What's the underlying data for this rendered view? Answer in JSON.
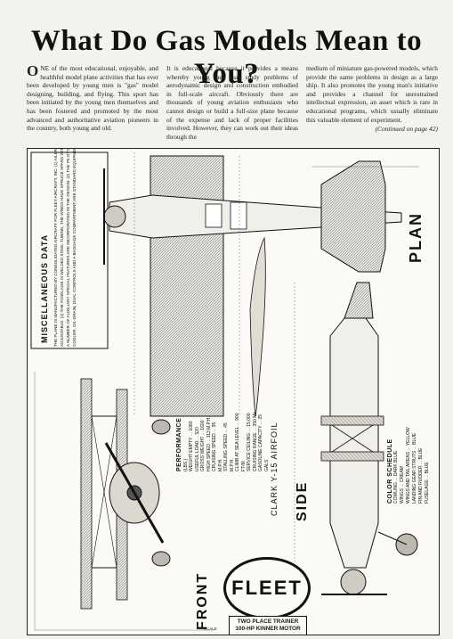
{
  "page": {
    "headline": "What Do Gas Models Mean to You?"
  },
  "columns": [
    {
      "drop_cap": "O",
      "text": "NE of the most educational, enjoyable, and healthful model plane activities that has ever been developed by young men is \"gas\" model designing, building, and flying. This sport has been initiated by the young men themselves and has been fostered and promoted by the most advanced and authoritative aviation pioneers in the country, both young and old."
    },
    {
      "drop_cap": "",
      "text": "It is educational because it provides a means whereby young men may study problems of aerodynamic design and construction embodied in full-scale aircraft. Obviously there are thousands of young aviation enthusiasts who cannot design or build a full-size plane because of the expense and lack of proper facilities involved. However, they can work out their ideas through the"
    },
    {
      "drop_cap": "",
      "text": "medium of miniature gas-powered models, which provide the same problems in design as a large ship. It also promotes the young man's initiative and provides a channel for unrestrained intellectual expression, an asset which is rare in educational programs, which usually eliminate this valuable element of experiment.",
      "continued": "(Continued on page 42)"
    }
  ],
  "plan": {
    "misc_title": "MISCELLANEOUS DATA",
    "misc_body": "THE PLANE IS MANUFACTURED BY CONSOLIDATED AIRCRAFT FOR FLEET AIRCRAFT, INC. (1) AILERONS AND STABILIZER ARE ADJUSTABLE. (2) THE FUSELAGE IS WELDED STEEL TUBING, THE WINGS HAVE SPRUCE SPARS WITH STAMPED DURALUMIN RIBS. (3) A NUMBER OF AUXILIARY SPECIAL FEATURES ARE INCORPORATED IN THE DESIGN. (4) THE PILOT'S SEAT IS ADJUSTABLE. (5) OIL COOLER, OIL-DRAIN, DUAL CONTROLS AND A BAGGAGE COMPARTMENT ARE STANDARD EQUIPMENT.",
    "label_plan": "PLAN",
    "label_side": "SIDE",
    "label_front": "FRONT",
    "airfoil": "CLARK Y-15 AIRFOIL",
    "logo": "FLEET",
    "trainer_line1": "TWO PLACE TRAINER",
    "trainer_line2": "100-HP KINNER MOTOR",
    "scale": "SCALE",
    "continued_note": "(Continued on page 42)"
  },
  "performance": {
    "title": "PERFORMANCE",
    "rows": [
      "(LBS.)",
      "WEIGHT EMPTY ... 1080",
      "USEFUL LOAD ... 520",
      "GROSS WEIGHT ... 1600",
      "HIGH SPEED ... 113 M.P.H.",
      "CRUISING SPEED ... 95 M.P.H.",
      "STALLING SPEED ... 45 M.P.H.",
      "CLIMB AT SEA LEVEL ... 900 FT/M",
      "SERVICE CEILING ... 15,000",
      "CRUISING RANGE ... 350 MI.",
      "GASOLINE CAPACITY ... 25 GALS"
    ]
  },
  "color_schedule": {
    "title": "COLOR SCHEDULE",
    "rows": [
      "COWLING ... DARK BLUE",
      "WINGS ... CREAM",
      "WINGS AND TAIL AREAS ... YELLOW",
      "LANDING GEAR STRUTS ... BLUE",
      "FIN AND RUDDER ... BLUE",
      "FUSELAGE ... BLUE"
    ]
  }
}
